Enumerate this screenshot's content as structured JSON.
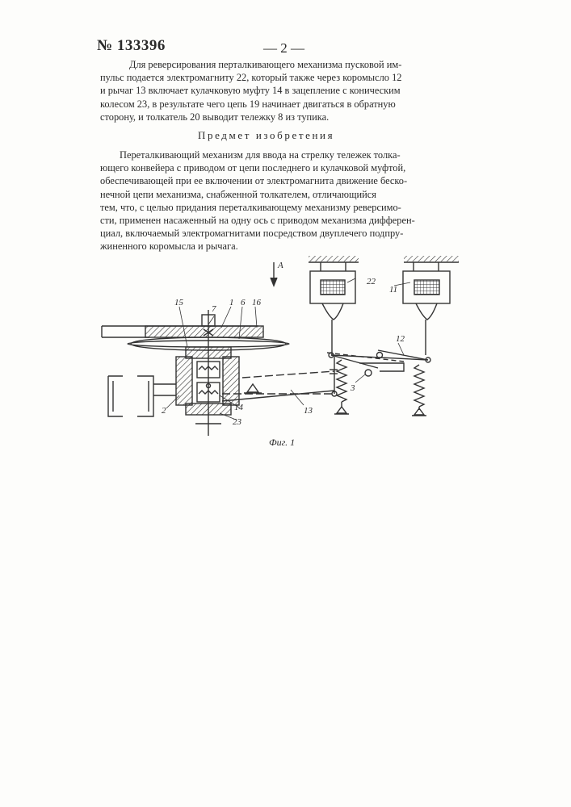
{
  "header": {
    "patent_number": "№ 133396",
    "page_number": "— 2 —"
  },
  "paragraph1": [
    "Для реверсирования перталкивающего механизма пусковой им-",
    "пульс подается электромагниту 22, который также через коромысло 12",
    "и рычаг 13 включает кулачковую муфту 14 в зацепление с коническим",
    "колесом 23, в результате чего цепь 19 начинает двигаться в обратную",
    "сторону, и толкатель 20 выводит тележку 8 из тупика."
  ],
  "section_heading": "Предмет изобретения",
  "claim": [
    "Переталкивающий механизм для ввода на стрелку тележек толка-",
    "ющего конвейера с приводом от цепи последнего и кулачковой муфтой,",
    "обеспечивающей при ее включении от электромагнита движение беско-",
    "нечной цепи механизма, снабженной толкателем, отличающийся",
    "тем, что, с целью придания переталкивающему механизму реверсимо-",
    "сти, применен насаженный на одну ось с приводом механизма дифферен-",
    "циал, включаемый электромагнитами посредством двуплечего подпру-",
    "жиненного коромысла и рычага."
  ],
  "figure": {
    "labels": {
      "arrow_a": "A",
      "l22": "22",
      "l11": "11",
      "l15": "15",
      "l7": "7",
      "l1": "1",
      "l6": "6",
      "l16": "16",
      "l12": "12",
      "l3": "3",
      "l2": "2",
      "l14": "14",
      "l23": "23",
      "l13": "13"
    },
    "caption": "Фиг. 1"
  }
}
